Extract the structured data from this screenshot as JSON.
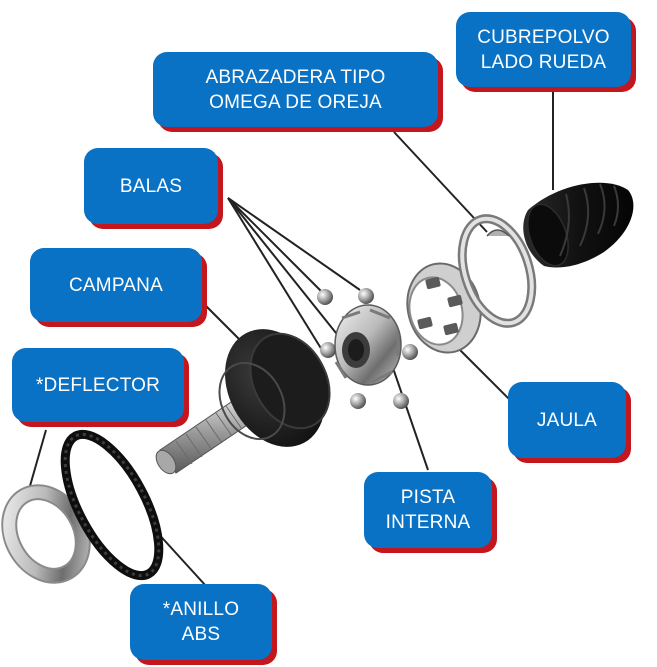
{
  "colors": {
    "callout_fill": "#0a72c4",
    "callout_shadow": "#c3161d",
    "leader_line": "#222222",
    "background": "#ffffff"
  },
  "labels": {
    "cubrepolvo": "CUBREPOLVO\nLADO RUEDA",
    "abrazadera": "ABRAZADERA TIPO\nOMEGA DE OREJA",
    "balas": "BALAS",
    "campana": "CAMPANA",
    "deflector": "*DEFLECTOR",
    "jaula": "JAULA",
    "pista": "PISTA\nINTERNA",
    "anillo": "*ANILLO\nABS"
  },
  "parts": [
    "deflector-ring",
    "abs-ring",
    "campana-housing",
    "balas",
    "pista-interna",
    "jaula",
    "abrazadera",
    "cubrepolvo"
  ]
}
